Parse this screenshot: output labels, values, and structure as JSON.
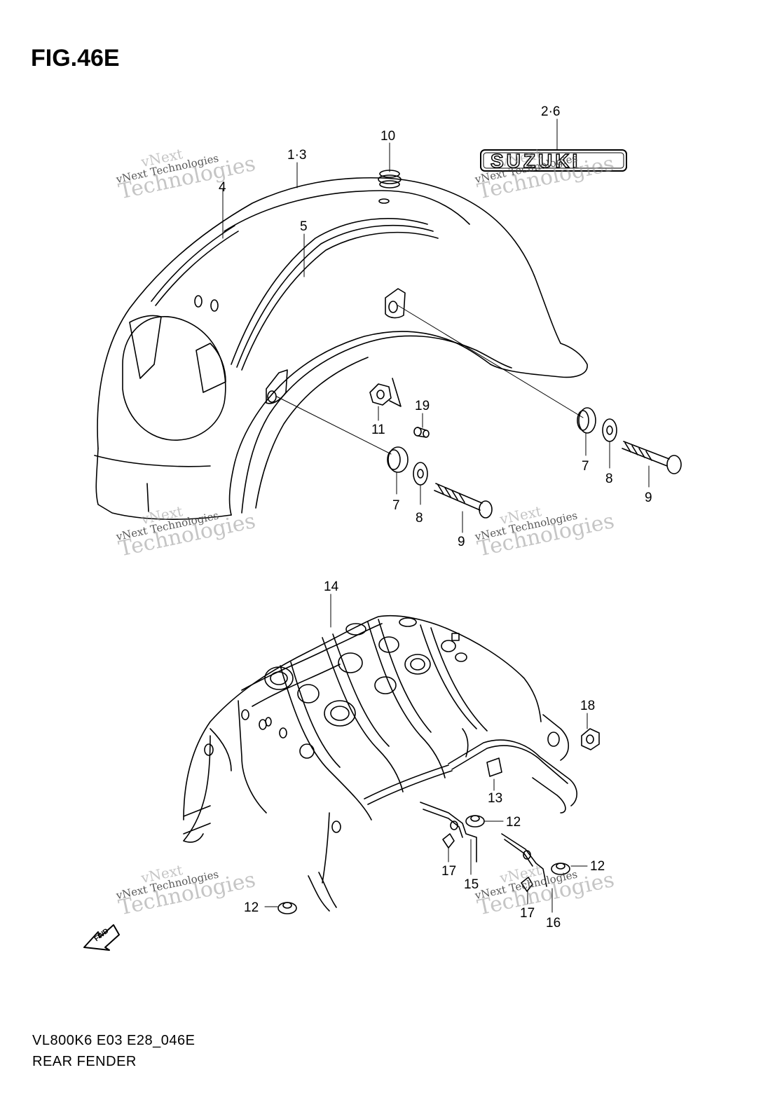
{
  "figure": {
    "title": "FIG.46E"
  },
  "footer": {
    "model_code": "VL800K6 E03 E28_046E",
    "caption": "REAR FENDER"
  },
  "emblem": {
    "text": "SUZUKI"
  },
  "fwd_arrow": {
    "text": "FWD"
  },
  "watermark": {
    "line1": "vNext",
    "line2": "vNext Technologies",
    "line3": "Technologies"
  },
  "callouts": [
    {
      "id": "c-1-3",
      "label": "1·3"
    },
    {
      "id": "c-2-6",
      "label": "2·6"
    },
    {
      "id": "c-4",
      "label": "4"
    },
    {
      "id": "c-5",
      "label": "5"
    },
    {
      "id": "c-10",
      "label": "10"
    },
    {
      "id": "c-11",
      "label": "11"
    },
    {
      "id": "c-19",
      "label": "19"
    },
    {
      "id": "c-7a",
      "label": "7"
    },
    {
      "id": "c-8a",
      "label": "8"
    },
    {
      "id": "c-9a",
      "label": "9"
    },
    {
      "id": "c-7b",
      "label": "7"
    },
    {
      "id": "c-8b",
      "label": "8"
    },
    {
      "id": "c-9b",
      "label": "9"
    },
    {
      "id": "c-14",
      "label": "14"
    },
    {
      "id": "c-18",
      "label": "18"
    },
    {
      "id": "c-13",
      "label": "13"
    },
    {
      "id": "c-12a",
      "label": "12"
    },
    {
      "id": "c-12b",
      "label": "12"
    },
    {
      "id": "c-12c",
      "label": "12"
    },
    {
      "id": "c-15",
      "label": "15"
    },
    {
      "id": "c-16",
      "label": "16"
    },
    {
      "id": "c-17a",
      "label": "17"
    },
    {
      "id": "c-17b",
      "label": "17"
    }
  ]
}
